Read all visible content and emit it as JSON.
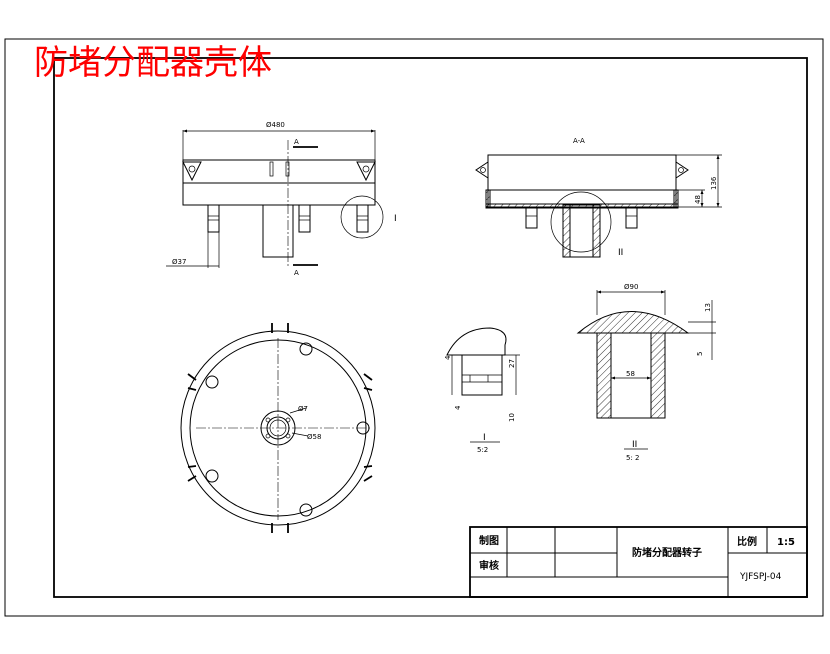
{
  "drawing_title": "防堵分配器壳体",
  "top_view": {
    "dim_width": "Ø480",
    "dim_pipe": "Ø37",
    "section_mark_top": "A",
    "section_mark_bottom": "A",
    "detail_mark": "I"
  },
  "section_view": {
    "label": "A-A",
    "dim_height": "136",
    "dim_inner": "48",
    "detail_mark": "II"
  },
  "bottom_view": {
    "dim_small": "Ø7",
    "dim_hole": "Ø58"
  },
  "detail_I": {
    "dim_a": "4",
    "dim_b": "27",
    "dim_c": "4",
    "dim_d": "10",
    "label": "I",
    "scale": "5:2"
  },
  "detail_II": {
    "dim_outer": "Ø90",
    "dim_top": "13",
    "dim_side": "5",
    "dim_inner": "58",
    "label": "II",
    "scale": "5: 2"
  },
  "title_block": {
    "drawn_label": "制图",
    "check_label": "审核",
    "part_name": "防堵分配器转子",
    "scale_label": "比例",
    "scale_value": "1:5",
    "drawing_code": "YJFSPJ-04"
  }
}
